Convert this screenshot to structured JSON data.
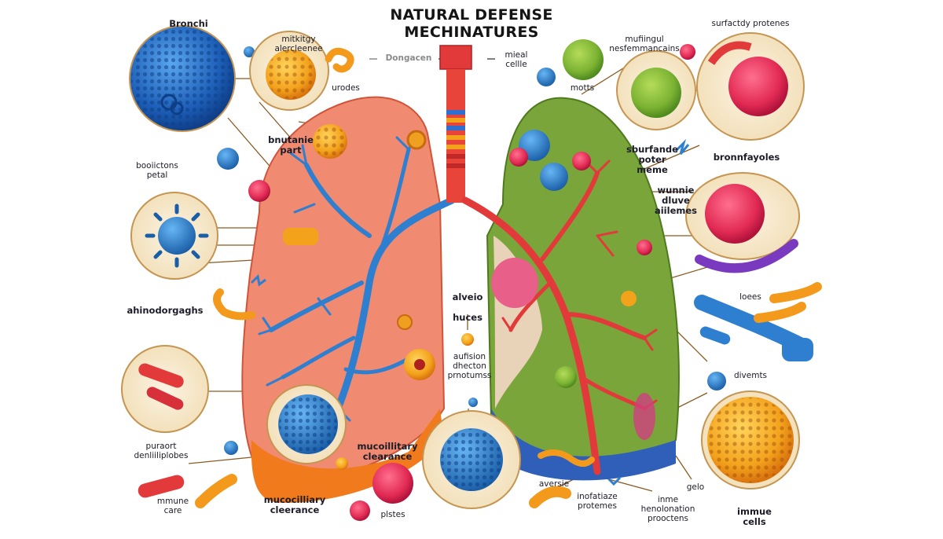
{
  "title": "NATURAL DEFENSE MECHINATURES",
  "colors": {
    "left_lung": "#f0826a",
    "right_lung": "#7aa53a",
    "airway_blue": "#2f7fd0",
    "artery_red": "#e23a3a",
    "cell_orange": "#f3a21c",
    "cell_pink": "#e22b55",
    "cell_green": "#7bb232",
    "circle_bg": "#f7ecd5",
    "circle_border": "#c59552"
  },
  "labels": {
    "bronchi": "Bronchi",
    "mitkitgy": "mitkitgy\nalercleenee",
    "dongacen": "Dongacen",
    "urodes": "urodes",
    "mieal_celle": "mieal\ncellle",
    "motts": "motts",
    "muftingul": "mufiingul\nnesfemmancains",
    "surfactdy": "surfactdy protenes",
    "booictons": "booiictons\npetal",
    "bnutanie": "bnutanie\npart",
    "sburfande": "sburfande\npoter\nmeme",
    "bronnfayoles": "bronnfayoles",
    "wunnie": "wunnie\ndluve\naiilemes",
    "ahinodorgaghs": "ahinodorgaghs",
    "alveio": "alveio",
    "huces": "huces",
    "aufision": "aufision\ndhecton\nprnotumss",
    "loees": "loees",
    "divemts": "divemts",
    "puraort": "puraort\ndenliiliplobes",
    "mucocilliary_1": "mucoillitary\nclearance",
    "mucocilliary_2": "mucocilliary\ncleerance",
    "immune_care": "mmune\ncare",
    "plstes": "plstes",
    "aversie": "aversie",
    "inofatiaze": "inofatiaze\nprotemes",
    "inme": "inme\nhenolonation\nprooctens",
    "gelo": "gelo",
    "immune_cells": "immue cells"
  }
}
